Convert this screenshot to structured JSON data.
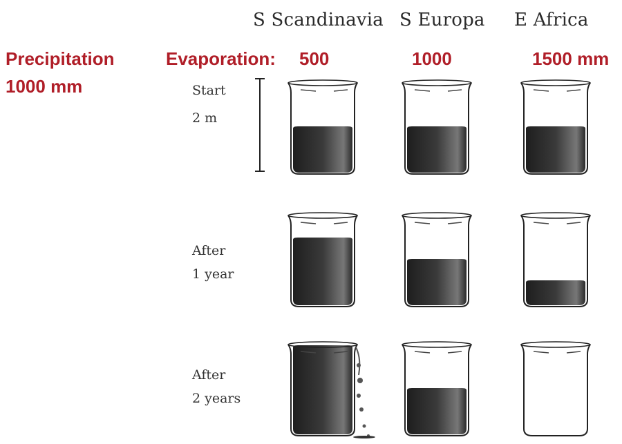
{
  "header": {
    "regions": [
      "S Scandinavia",
      "S Europa",
      "E Africa"
    ],
    "precipitation_label": "Precipitation",
    "precipitation_value": "1000  mm",
    "evaporation_label": "Evaporation:",
    "evaporation_values": [
      "500",
      "1000",
      "1500 mm"
    ]
  },
  "rows": [
    {
      "line1": "Start",
      "line2": "2 m"
    },
    {
      "line1": "After",
      "line2": "1 year"
    },
    {
      "line1": "After",
      "line2": "2 years"
    }
  ],
  "scale_bar": {
    "label": "2 m"
  },
  "fill_levels": [
    [
      0.5,
      0.5,
      0.5
    ],
    [
      0.75,
      0.5,
      0.25
    ],
    [
      1.0,
      0.5,
      0.0
    ]
  ],
  "overflow": [
    false,
    false,
    false,
    false,
    false,
    false,
    true,
    false,
    false
  ],
  "colors": {
    "accent_red": "#b01e28",
    "liquid": "#3a3a3a",
    "glass_outline": "#222222"
  }
}
